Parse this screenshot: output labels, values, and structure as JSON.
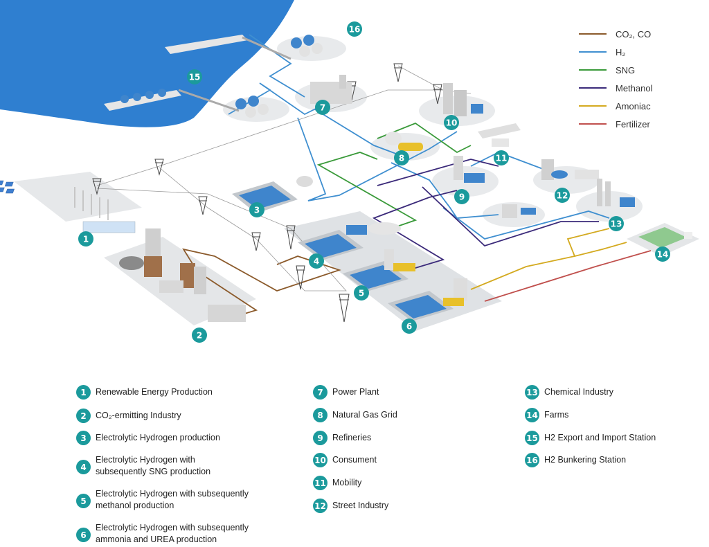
{
  "colors": {
    "co2": "#8b5a2b",
    "h2": "#3f8fd0",
    "sng": "#3a9a3a",
    "methanol": "#3b2a7a",
    "amoniac": "#d4aa20",
    "fertilizer": "#c0504d",
    "sea": "#2f7fd0",
    "badge": "#1b9a9c"
  },
  "legend": [
    {
      "label": "CO₂, CO",
      "color_key": "co2"
    },
    {
      "label": "H₂",
      "color_key": "h2"
    },
    {
      "label": "SNG",
      "color_key": "sng"
    },
    {
      "label": "Methanol",
      "color_key": "methanol"
    },
    {
      "label": "Amoniac",
      "color_key": "amoniac"
    },
    {
      "label": "Fertilizer",
      "color_key": "fertilizer"
    }
  ],
  "badges": {
    "n1": "1",
    "n2": "2",
    "n3": "3",
    "n4": "4",
    "n5": "5",
    "n6": "6",
    "n7": "7",
    "n8": "8",
    "n9": "9",
    "n10": "10",
    "n11": "11",
    "n12": "12",
    "n13": "13",
    "n14": "14",
    "n15": "15",
    "n16": "16"
  },
  "key": [
    {
      "num": "1",
      "label": "Renewable Energy Production"
    },
    {
      "num": "2",
      "label": "CO₂-ermitting Industry"
    },
    {
      "num": "3",
      "label": "Electrolytic Hydrogen production"
    },
    {
      "num": "4",
      "label": "Electrolytic Hydrogen with\nsubsequently SNG production"
    },
    {
      "num": "5",
      "label": "Electrolytic Hydrogen with subsequently\nmethanol production"
    },
    {
      "num": "6",
      "label": "Electrolytic Hydrogen with subsequently\nammonia and UREA production"
    },
    {
      "num": "7",
      "label": "Power Plant"
    },
    {
      "num": "8",
      "label": "Natural Gas Grid"
    },
    {
      "num": "9",
      "label": "Refineries"
    },
    {
      "num": "10",
      "label": "Consument"
    },
    {
      "num": "11",
      "label": "Mobility"
    },
    {
      "num": "12",
      "label": "Street Industry"
    },
    {
      "num": "13",
      "label": "Chemical Industry"
    },
    {
      "num": "14",
      "label": "Farms"
    },
    {
      "num": "15",
      "label": "H2 Export and Import Station"
    },
    {
      "num": "16",
      "label": "H2 Bunkering Station"
    }
  ]
}
